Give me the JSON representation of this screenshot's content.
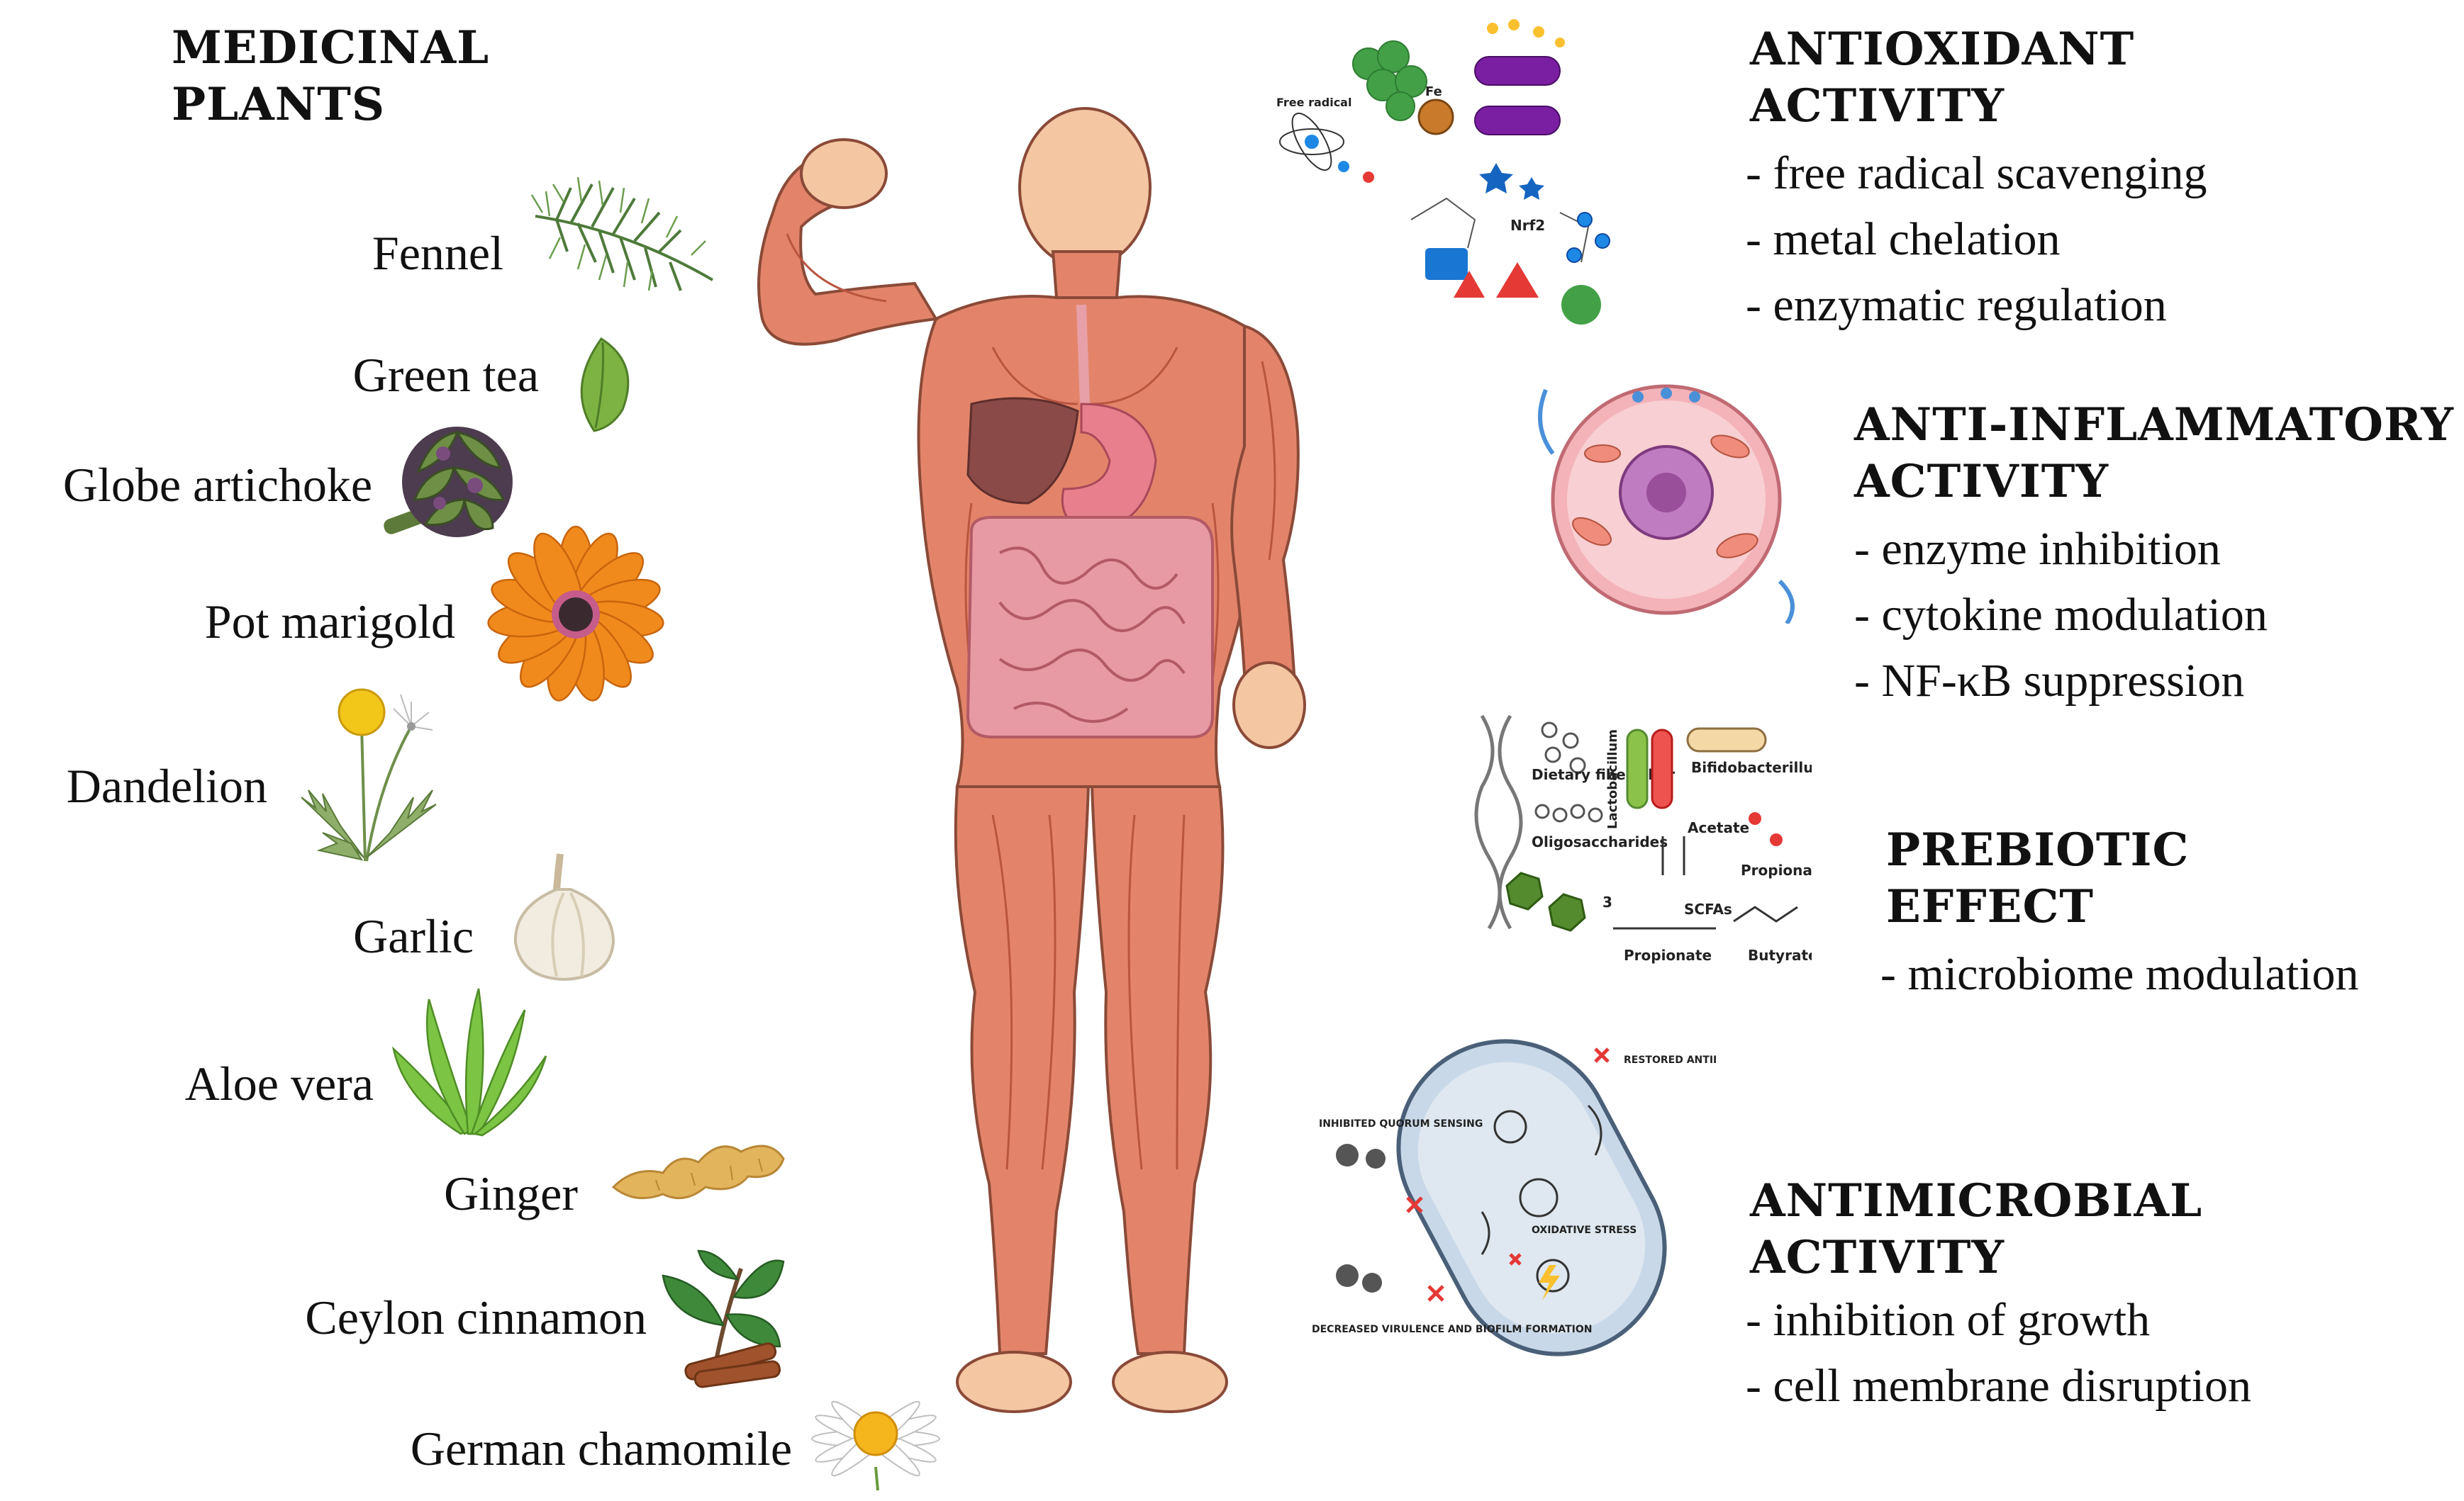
{
  "plants_section": {
    "title_line1": "MEDICINAL",
    "title_line2": "PLANTS",
    "plants": [
      {
        "name": "Fennel",
        "icon": "fennel-icon"
      },
      {
        "name": "Green tea",
        "icon": "green-tea-leaf-icon"
      },
      {
        "name": "Globe artichoke",
        "icon": "artichoke-icon"
      },
      {
        "name": "Pot marigold",
        "icon": "marigold-icon"
      },
      {
        "name": "Dandelion",
        "icon": "dandelion-icon"
      },
      {
        "name": "Garlic",
        "icon": "garlic-icon"
      },
      {
        "name": "Aloe vera",
        "icon": "aloe-vera-icon"
      },
      {
        "name": "Ginger",
        "icon": "ginger-icon"
      },
      {
        "name": "Ceylon cinnamon",
        "icon": "cinnamon-icon"
      },
      {
        "name": "German chamomile",
        "icon": "chamomile-icon"
      }
    ]
  },
  "activities": {
    "antioxidant": {
      "title_line1": "ANTIOXIDANT",
      "title_line2": "ACTIVITY",
      "bullets": [
        "- free radical scavenging",
        "- metal chelation",
        "- enzymatic regulation"
      ],
      "figure": {
        "label_free_radical": "Free radical",
        "label_fe": "Fe",
        "label_nrf2": "Nrf2"
      }
    },
    "anti_inflammatory": {
      "title_line1": "ANTI-INFLAMMATORY",
      "title_line2": "ACTIVITY",
      "bullets": [
        "- enzyme inhibition",
        "- cytokine modulation",
        "- NF-κB suppression"
      ]
    },
    "prebiotic": {
      "title_line1": "PREBIOTIC",
      "title_line2": "EFFECT",
      "bullets": [
        "- microbiome modulation"
      ],
      "figure": {
        "label_fiber": "Dietary fiber fiber",
        "label_lacto": "Lactobacillum",
        "label_bifido": "Bifidobacterillum",
        "label_oligo": "Oligosaccharides",
        "label_acetate": "Acetate",
        "label_propionate": "Propionate",
        "label_scfas": "SCFAs",
        "label_propionate2": "Propionate",
        "label_butyrate": "Butyrate",
        "label_three": "3"
      }
    },
    "antimicrobial": {
      "title_line1": "ANTIMICROBIAL",
      "title_line2": "ACTIVITY",
      "bullets": [
        "- inhibition of growth",
        "- cell membrane disruption"
      ],
      "figure": {
        "label_quorum": "INHIBITED QUORUM SENSING",
        "label_virulence": "DECREASED VIRULENCE AND BIOFILM FORMATION",
        "label_antibiotic": "RESTORED ANTIBIOTIC SENSITIVITY",
        "label_oxidative": "OXIDATIVE STRESS"
      }
    }
  },
  "colors": {
    "skin": "#f4c6a2",
    "muscle": "#e3846a",
    "muscle_dark": "#b9553f",
    "intestine": "#e79aa3",
    "stomach": "#e77f8c",
    "liver": "#8a4a48"
  }
}
